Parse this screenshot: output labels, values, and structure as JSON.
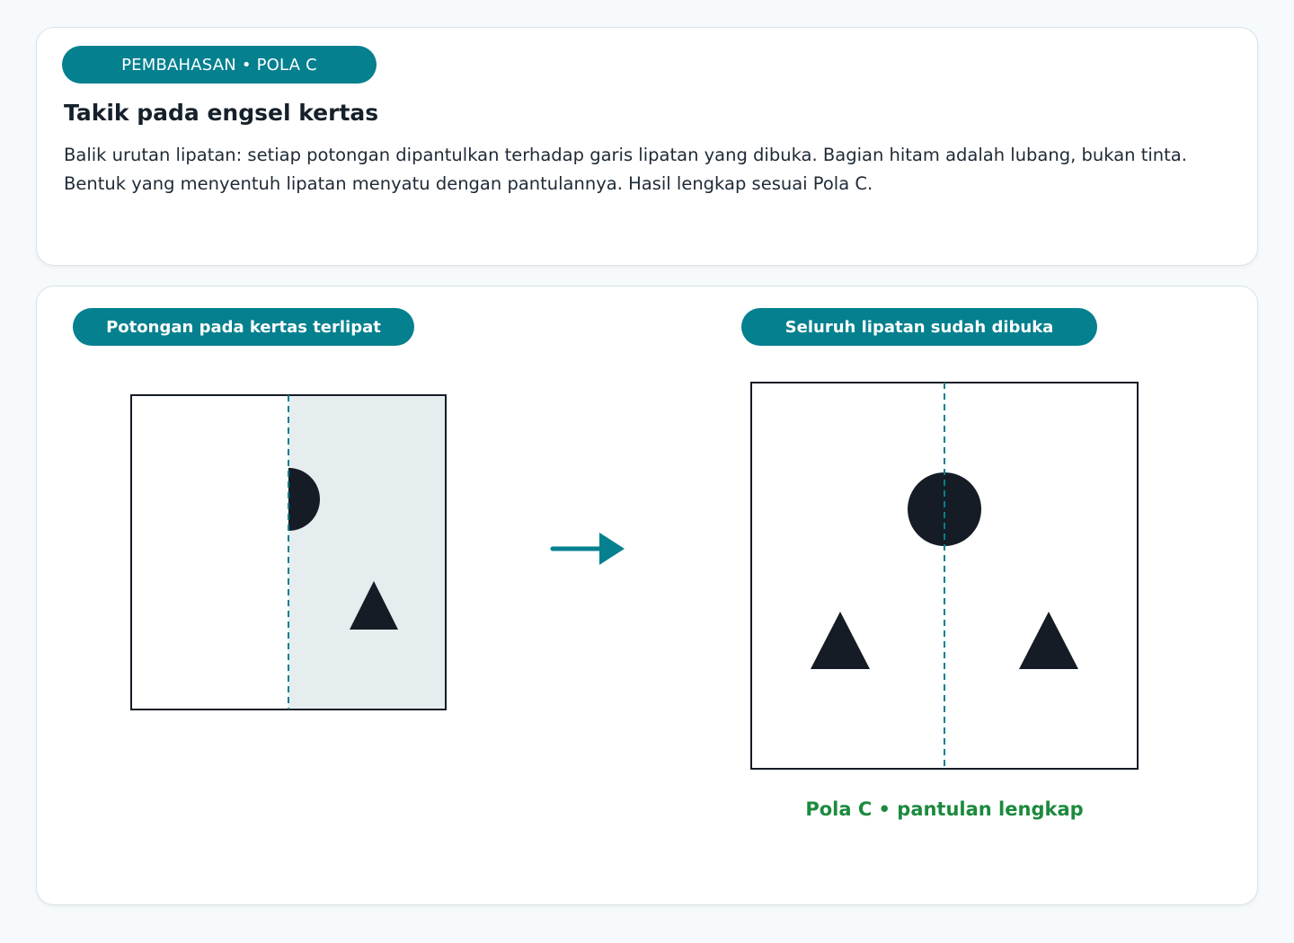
{
  "header": {
    "badge": "PEMBAHASAN • POLA C",
    "title": "Takik pada engsel kertas",
    "description": "Balik urutan lipatan: setiap potongan dipantulkan terhadap garis lipatan yang dibuka. Bagian hitam adalah lubang, bukan tinta. Bentuk yang menyentuh lipatan menyatu dengan pantulannya. Hasil lengkap sesuai Pola C."
  },
  "panels": {
    "folded_label": "Potongan pada kertas terlipat",
    "unfolded_label": "Seluruh lipatan sudah dibuka",
    "result_caption": "Pola C • pantulan lengkap"
  },
  "colors": {
    "accent": "#04808f",
    "hole": "#151c25",
    "folded_shade": "#e5edee",
    "caption": "#1c8a3e"
  }
}
